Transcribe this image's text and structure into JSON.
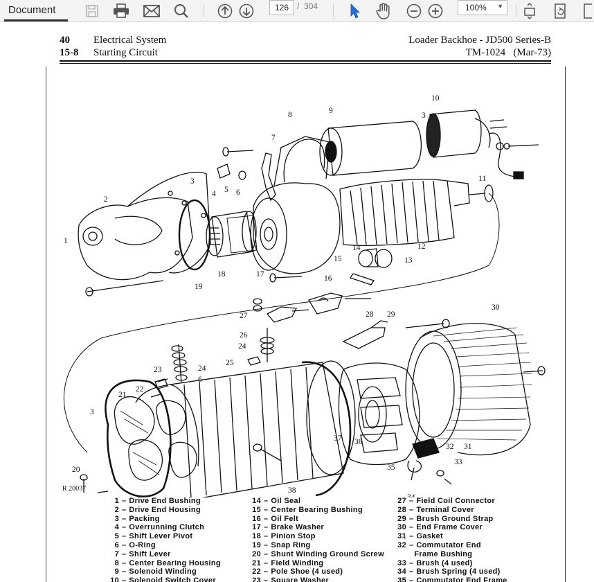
{
  "app": {
    "tab_label": "Document"
  },
  "toolbar": {
    "page_current": "126",
    "page_separator": "/",
    "page_total": "304",
    "zoom": "100%",
    "icons": [
      "save-icon",
      "print-icon",
      "email-icon",
      "search-icon",
      "page-up-icon",
      "page-down-icon",
      "select-cursor-icon",
      "hand-pan-icon",
      "zoom-out-icon",
      "zoom-in-icon",
      "fit-page-icon",
      "rotate-icon"
    ]
  },
  "page_header": {
    "left_line1_num": "40",
    "left_line1_text": "Electrical System",
    "left_line2_num": "15-8",
    "left_line2_text": "Starting Circuit",
    "right_line1": "Loader Backhoe - JD500 Series-B",
    "right_line2": "TM-1024   (Mar-73)"
  },
  "figure": {
    "ref_code": "R 20037",
    "callouts": [
      "1",
      "2",
      "3",
      "4",
      "5",
      "6",
      "7",
      "8",
      "9",
      "10",
      "3",
      "11",
      "12",
      "13",
      "14",
      "15",
      "16",
      "17",
      "18",
      "19",
      "27",
      "28",
      "29",
      "30",
      "26",
      "24",
      "25",
      "23",
      "24",
      "6",
      "22",
      "21",
      "3",
      "20",
      "37",
      "36",
      "35",
      "32",
      "31",
      "33",
      "34",
      "38"
    ]
  },
  "legend": {
    "col1": [
      {
        "n": "1",
        "t": "Drive End Bushing"
      },
      {
        "n": "2",
        "t": "Drive End Housing"
      },
      {
        "n": "3",
        "t": "Packing"
      },
      {
        "n": "4",
        "t": "Overrunning Clutch"
      },
      {
        "n": "5",
        "t": "Shift Lever Pivot"
      },
      {
        "n": "6",
        "t": "O-Ring"
      },
      {
        "n": "7",
        "t": "Shift Lever"
      },
      {
        "n": "8",
        "t": "Center Bearing Housing"
      },
      {
        "n": "9",
        "t": "Solenoid Winding"
      },
      {
        "n": "10",
        "t": "Solenoid Switch Cover"
      }
    ],
    "col2": [
      {
        "n": "14",
        "t": "Oil Seal"
      },
      {
        "n": "15",
        "t": "Center Bearing Bushing"
      },
      {
        "n": "16",
        "t": "Oil Felt"
      },
      {
        "n": "17",
        "t": "Brake Washer"
      },
      {
        "n": "18",
        "t": "Pinion Stop"
      },
      {
        "n": "19",
        "t": "Snap Ring"
      },
      {
        "n": "20",
        "t": "Shunt Winding Ground Screw"
      },
      {
        "n": "21",
        "t": "Field Winding"
      },
      {
        "n": "22",
        "t": "Pole Shoe (4 used)"
      },
      {
        "n": "23",
        "t": "Square Washer"
      }
    ],
    "col3": [
      {
        "n": "27",
        "t": "Field Coil Connector"
      },
      {
        "n": "28",
        "t": "Terminal Cover"
      },
      {
        "n": "29",
        "t": "Brush Ground Strap"
      },
      {
        "n": "30",
        "t": "End Frame Cover"
      },
      {
        "n": "31",
        "t": "Gasket"
      },
      {
        "n": "32",
        "t": "Commutator End"
      },
      {
        "n": "",
        "t": "Frame Bushing"
      },
      {
        "n": "33",
        "t": "Brush (4 used)"
      },
      {
        "n": "34",
        "t": "Brush Spring (4 used)"
      },
      {
        "n": "35",
        "t": "Commutator End Frame"
      }
    ]
  }
}
